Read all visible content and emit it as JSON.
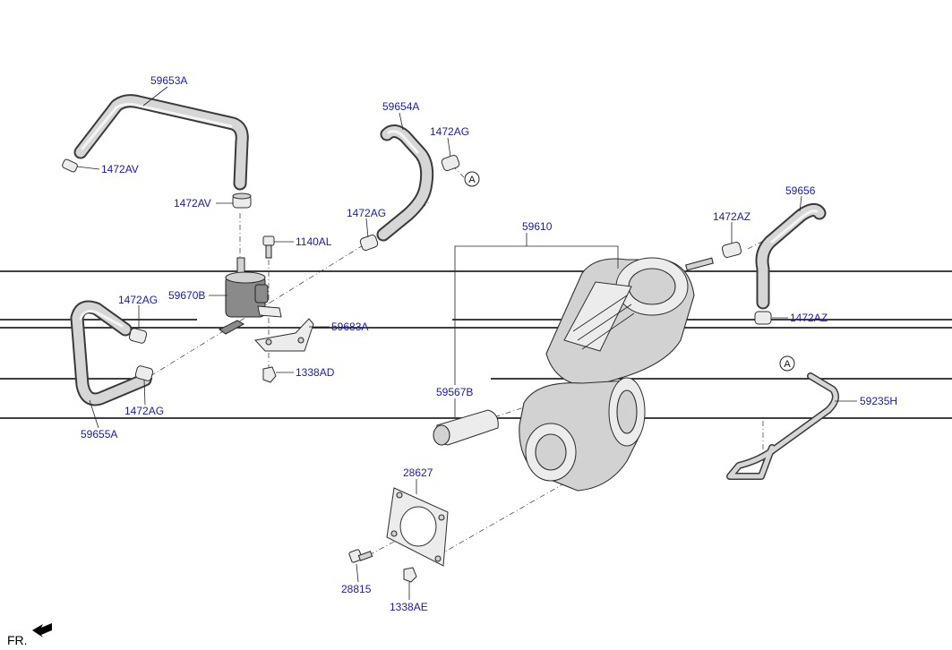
{
  "labels": {
    "p59653A": "59653A",
    "p1472AV_top": "1472AV",
    "p1472AV_mid": "1472AV",
    "p59654A": "59654A",
    "p1472AG_top": "1472AG",
    "p1472AG_mid": "1472AG",
    "p1140AL": "1140AL",
    "p59670B": "59670B",
    "p1472AG_left": "1472AG",
    "p59683A": "59683A",
    "p1338AD": "1338AD",
    "p1472AG_bot": "1472AG",
    "p59655A": "59655A",
    "p59610": "59610",
    "p1472AZ_top": "1472AZ",
    "p59656": "59656",
    "p1472AZ_bot": "1472AZ",
    "p59567B": "59567B",
    "p59235H": "59235H",
    "p28627": "28627",
    "p28815": "28815",
    "p1338AE": "1338AE"
  },
  "callouts": {
    "a1": "A",
    "a2": "A"
  },
  "orientation": {
    "label": "FR."
  },
  "colors": {
    "label_text": "#1a1aa8",
    "line": "#222222",
    "part_fill": "#d2d2d2",
    "background": "#ffffff"
  }
}
